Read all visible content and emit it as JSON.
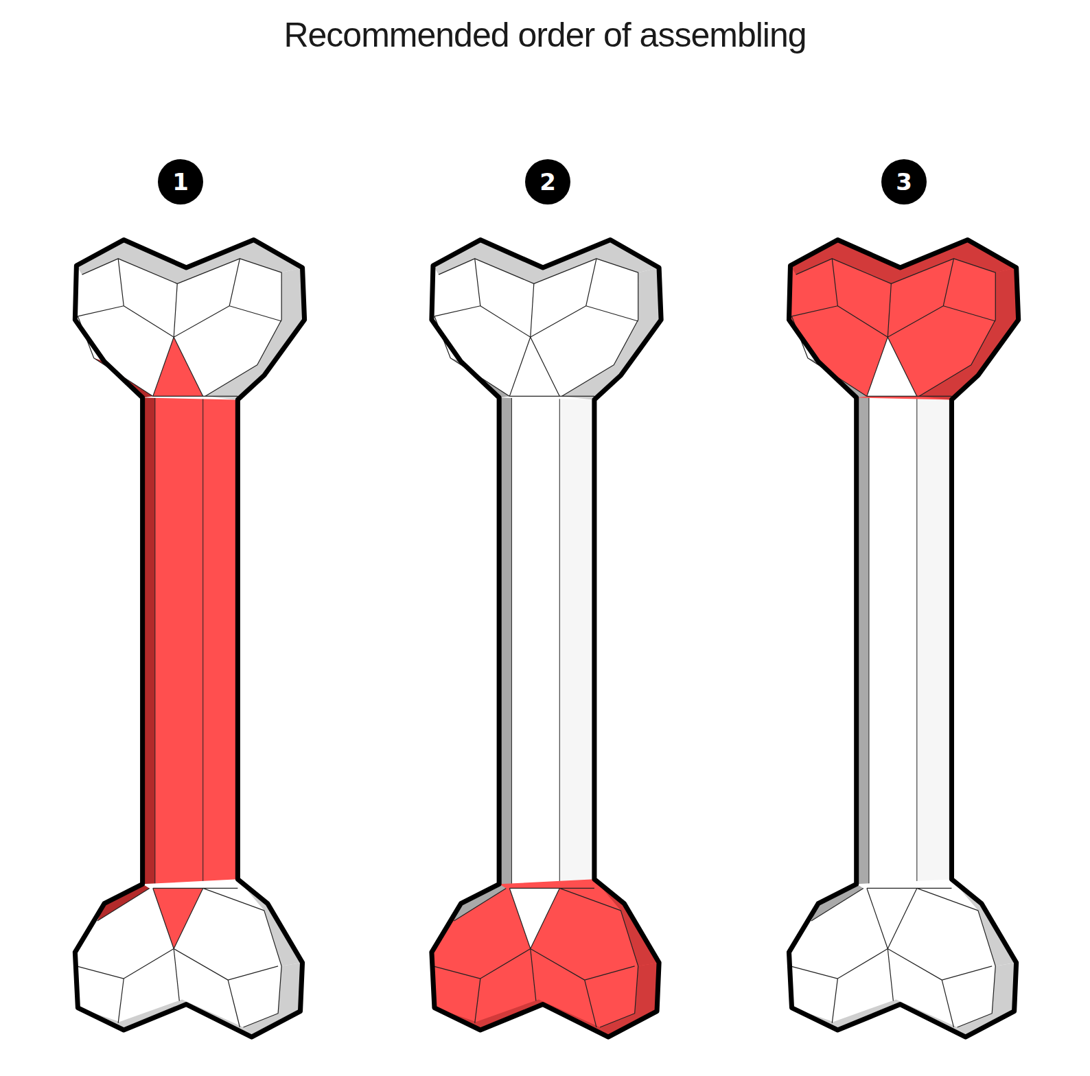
{
  "diagram": {
    "title": "Recommended order of assembling",
    "nodes": [
      {
        "text": [
          "1"
        ]
      },
      {
        "text": [
          "2"
        ]
      },
      {
        "text": [
          "3"
        ]
      }
    ]
  }
}
